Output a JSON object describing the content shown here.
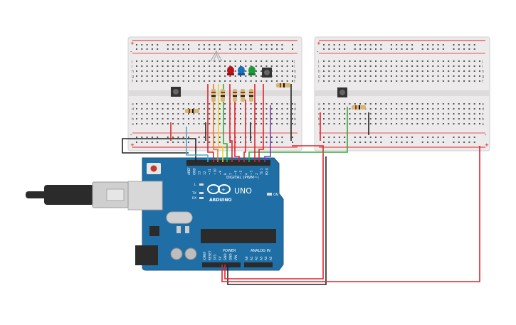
{
  "breadboard_rail_labels": {
    "plus": "+",
    "minus": "-"
  },
  "breadboard_row_letters_top": [
    "j",
    "i",
    "h",
    "g",
    "f"
  ],
  "breadboard_row_letters_bottom": [
    "e",
    "d",
    "c",
    "b",
    "a"
  ],
  "arduino": {
    "brand": "ARDUINO",
    "model": "UNO",
    "digital_header_label": "DIGITAL (PWM~)",
    "power_label": "POWER",
    "analog_label": "ANALOG IN",
    "tx_label": "TX",
    "rx_label": "RX",
    "l_label": "L",
    "on_label": "ON",
    "digital_pins": [
      "AREF",
      "GND",
      "13",
      "12",
      "~11",
      "~10",
      "~9",
      "8",
      "7",
      "~6",
      "~5",
      "4",
      "~3",
      "2",
      "TX 1",
      "RX 0"
    ],
    "power_pins": [
      "IOREF",
      "RESET",
      "3V3",
      "5V",
      "GND",
      "GND",
      "VIN"
    ],
    "analog_pins": [
      "A0",
      "A1",
      "A2",
      "A3",
      "A4",
      "A5"
    ]
  },
  "colors": {
    "wire_red": "#e0232a",
    "wire_black": "#222222",
    "wire_green": "#3aa83a",
    "wire_orange": "#f07a1a",
    "wire_yellow": "#e8d51e",
    "wire_purple": "#7b3fb5",
    "wire_cyan": "#4aa8c8",
    "board_blue": "#1f6fa6",
    "breadboard": "#eceaea",
    "led_red": "#b8141a",
    "led_blue": "#1c6fb8",
    "led_green": "#1c9a3a"
  },
  "icons": [
    "usb-cable-icon",
    "push-button-icon",
    "rgb-led-icon",
    "resistor-icon",
    "led-icon",
    "arduino-logo-icon"
  ]
}
